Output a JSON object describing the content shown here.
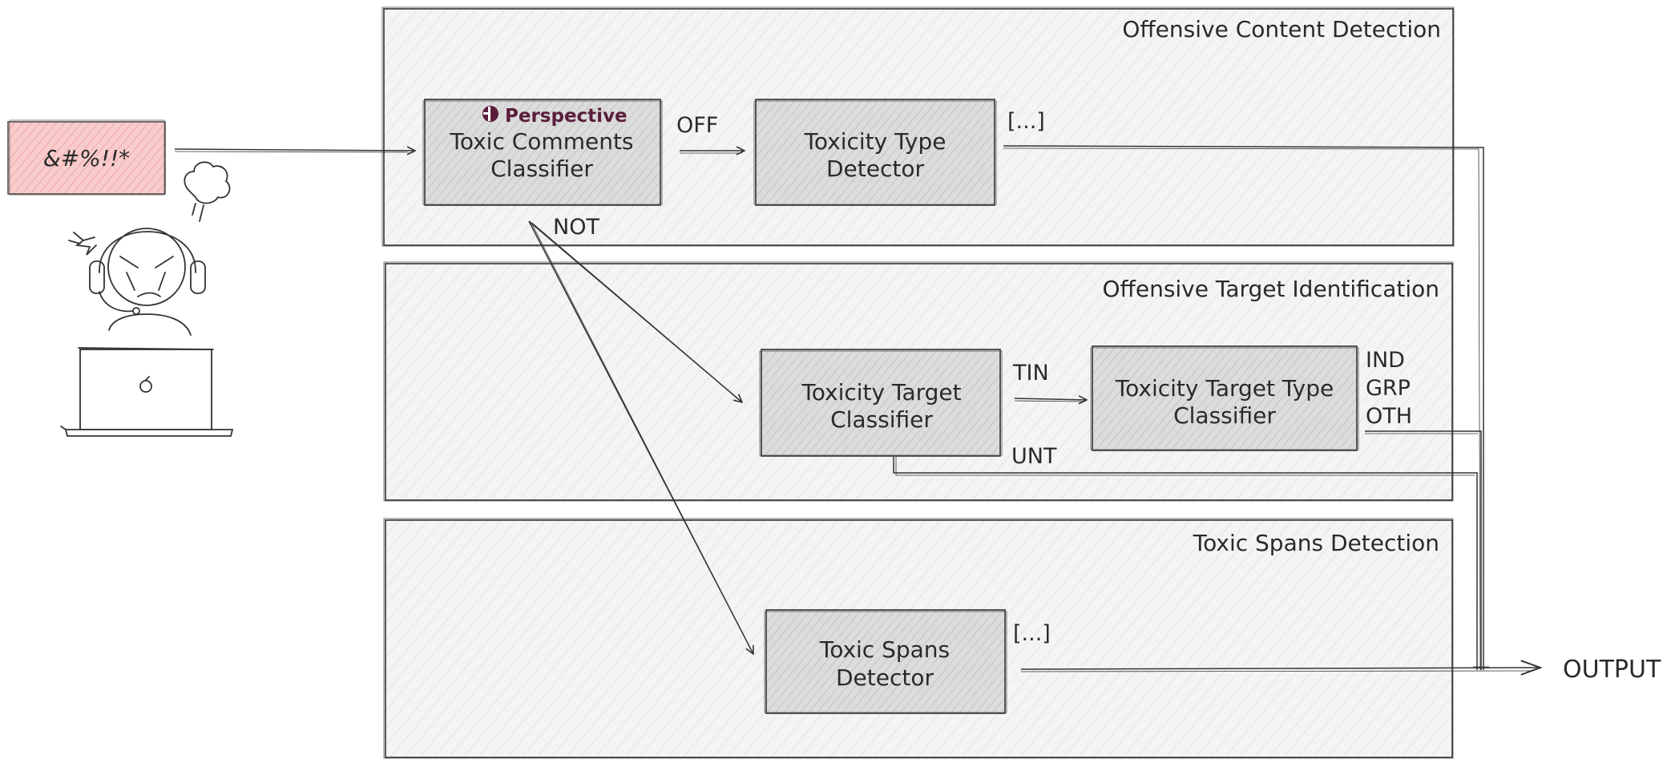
{
  "colors": {
    "panel_fill": "#f3f3f3",
    "box_fill": "#d9d9d9",
    "input_fill": "#f7c2c2",
    "stroke": "#333333",
    "perspective_brand": "#5a1e3c"
  },
  "input": {
    "text": "&#%!!*"
  },
  "panels": {
    "offensive_content": {
      "title": "Offensive Content Detection"
    },
    "offensive_target": {
      "title": "Offensive Target Identification"
    },
    "toxic_spans": {
      "title": "Toxic Spans Detection"
    }
  },
  "boxes": {
    "toxic_comments": {
      "brand": "Perspective",
      "line1": "Toxic Comments",
      "line2": "Classifier"
    },
    "toxicity_type": {
      "line1": "Toxicity Type",
      "line2": "Detector"
    },
    "toxicity_target": {
      "line1": "Toxicity Target",
      "line2": "Classifier"
    },
    "toxicity_target_type": {
      "line1": "Toxicity Target Type",
      "line2": "Classifier"
    },
    "toxic_spans": {
      "line1": "Toxic Spans",
      "line2": "Detector"
    }
  },
  "edge_labels": {
    "off": "OFF",
    "not": "NOT",
    "tin": "TIN",
    "unt": "UNT",
    "ellipsis_type": "[...]",
    "ellipsis_spans": "[...]",
    "ind": "IND",
    "grp": "GRP",
    "oth": "OTH"
  },
  "output": {
    "label": "OUTPUT"
  },
  "icons": {
    "user": "angry-user-with-headset-icon",
    "laptop": "laptop-icon",
    "perspective_logo": "perspective-logo-icon"
  }
}
